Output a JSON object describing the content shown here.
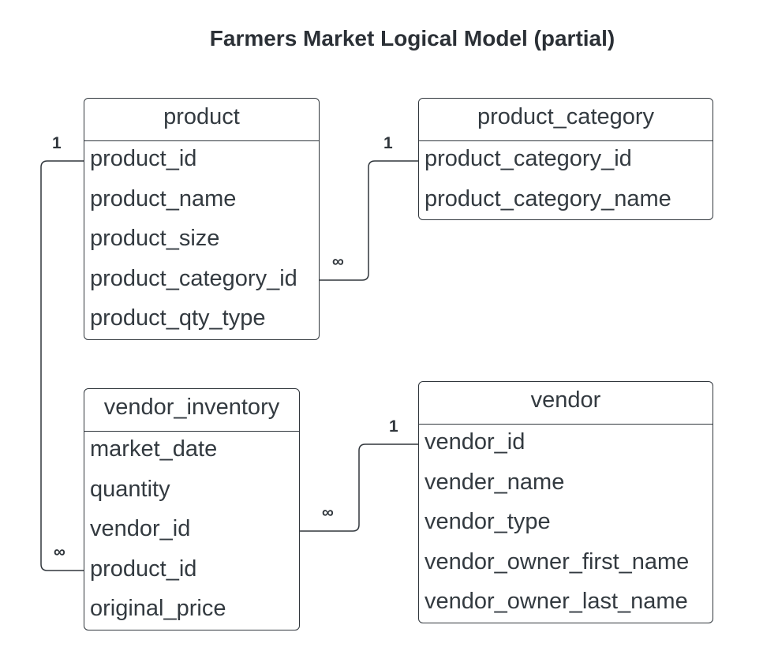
{
  "title": "Farmers Market Logical Model (partial)",
  "entities": {
    "product": {
      "name": "product",
      "fields": [
        "product_id",
        "product_name",
        "product_size",
        "product_category_id",
        "product_qty_type"
      ]
    },
    "product_category": {
      "name": "product_category",
      "fields": [
        "product_category_id",
        "product_category_name"
      ]
    },
    "vendor_inventory": {
      "name": "vendor_inventory",
      "fields": [
        "market_date",
        "quantity",
        "vendor_id",
        "product_id",
        "original_price"
      ]
    },
    "vendor": {
      "name": "vendor",
      "fields": [
        "vendor_id",
        "vender_name",
        "vendor_type",
        "vendor_owner_first_name",
        "vendor_owner_last_name"
      ]
    }
  },
  "relationships": [
    {
      "from": "product.product_id",
      "to": "vendor_inventory.product_id",
      "from_card": "1",
      "to_card": "∞"
    },
    {
      "from": "product_category.product_category_id",
      "to": "product.product_category_id",
      "from_card": "1",
      "to_card": "∞"
    },
    {
      "from": "vendor.vendor_id",
      "to": "vendor_inventory.vendor_id",
      "from_card": "1",
      "to_card": "∞"
    }
  ],
  "colors": {
    "line": "#30363c",
    "text": "#333a40"
  }
}
